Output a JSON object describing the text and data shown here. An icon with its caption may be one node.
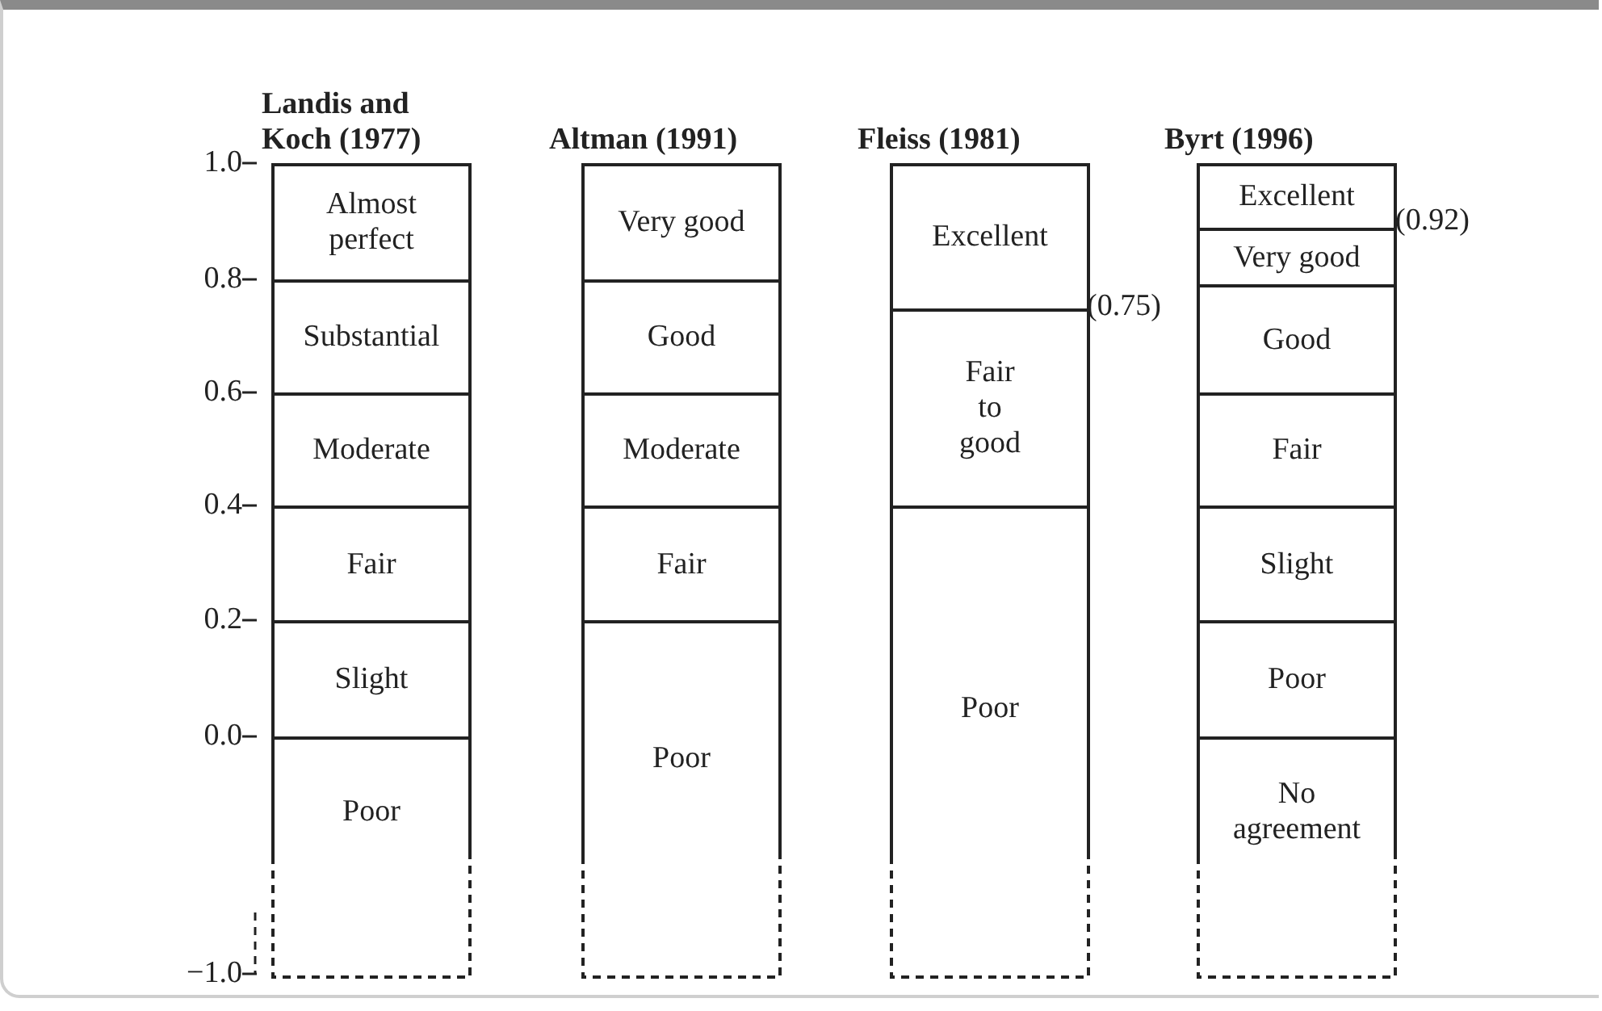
{
  "diagram": {
    "nodes": [
      {
        "text": [
          "Landis and Koch (1977)"
        ]
      },
      {
        "text": [
          "Almost perfect"
        ],
        "in": 0
      },
      {
        "text": [
          "Substantial"
        ],
        "in": 0
      },
      {
        "text": [
          "Moderate"
        ],
        "in": 0
      },
      {
        "text": [
          "Fair"
        ],
        "in": 0
      },
      {
        "text": [
          "Slight"
        ],
        "in": 0
      },
      {
        "text": [
          "Poor"
        ],
        "in": 0
      },
      {
        "text": [
          "Altman (1991)"
        ]
      },
      {
        "text": [
          "Very good"
        ],
        "in": 7
      },
      {
        "text": [
          "Good"
        ],
        "in": 7
      },
      {
        "text": [
          "Moderate"
        ],
        "in": 7
      },
      {
        "text": [
          "Fair"
        ],
        "in": 7
      },
      {
        "text": [
          "Poor"
        ],
        "in": 7
      },
      {
        "text": [
          "Fleiss (1981)"
        ]
      },
      {
        "text": [
          "Excellent"
        ],
        "in": 13
      },
      {
        "text": [
          "Fair to good"
        ],
        "in": 13
      },
      {
        "text": [
          "Poor"
        ],
        "in": 13
      },
      {
        "text": [
          "Byrt (1996)"
        ]
      },
      {
        "text": [
          "Excellent"
        ],
        "in": 17
      },
      {
        "text": [
          "Very good"
        ],
        "in": 17
      },
      {
        "text": [
          "Good"
        ],
        "in": 17
      },
      {
        "text": [
          "Fair"
        ],
        "in": 17
      },
      {
        "text": [
          "Slight"
        ],
        "in": 17
      },
      {
        "text": [
          "Poor"
        ],
        "in": 17
      },
      {
        "text": [
          "No agreement"
        ],
        "in": 17
      }
    ],
    "edges": [],
    "labels": [
      "1.0",
      "0.8",
      "0.6",
      "0.4",
      "0.2",
      "0.0",
      "−1.0",
      "(0.75)",
      "(0.92)"
    ]
  }
}
